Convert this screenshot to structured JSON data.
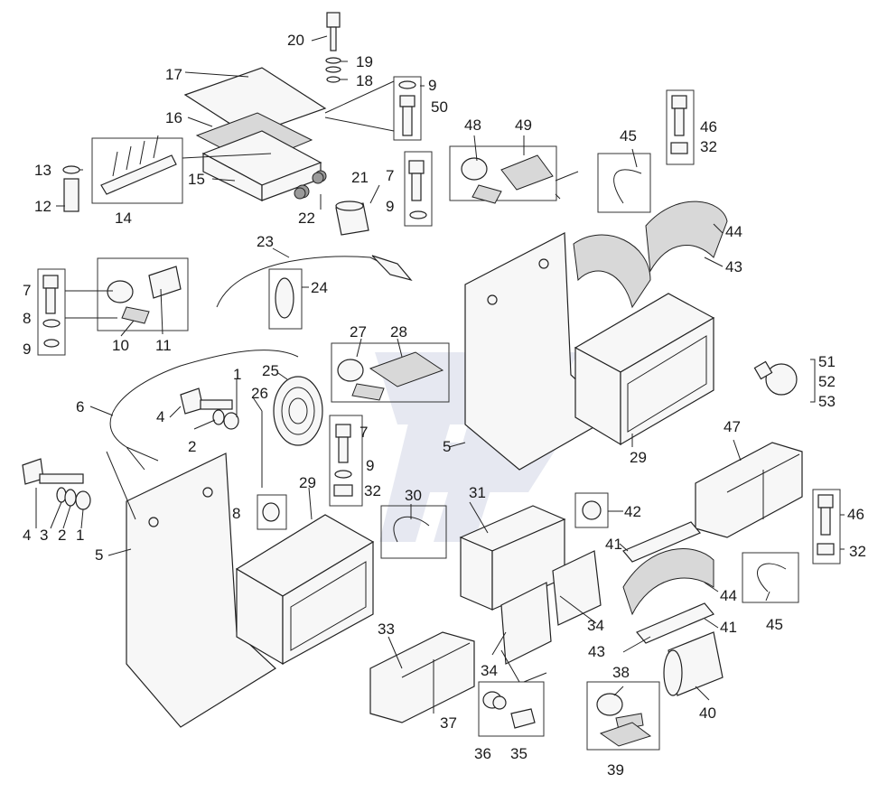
{
  "labels": [
    "1",
    "2",
    "3",
    "4",
    "5",
    "6",
    "7",
    "8",
    "9",
    "10",
    "11",
    "12",
    "13",
    "14",
    "15",
    "16",
    "17",
    "18",
    "19",
    "20",
    "21",
    "22",
    "23",
    "24",
    "25",
    "26",
    "27",
    "28",
    "29",
    "30",
    "31",
    "32",
    "33",
    "34",
    "35",
    "36",
    "37",
    "38",
    "39",
    "40",
    "41",
    "42",
    "43",
    "44",
    "45",
    "46",
    "47",
    "48",
    "49",
    "50",
    "51",
    "52",
    "53"
  ],
  "colors": {
    "line": "#222222",
    "fill": "#f7f7f7",
    "shade": "#d8d8d8",
    "watermark": "#c9cfe0"
  }
}
